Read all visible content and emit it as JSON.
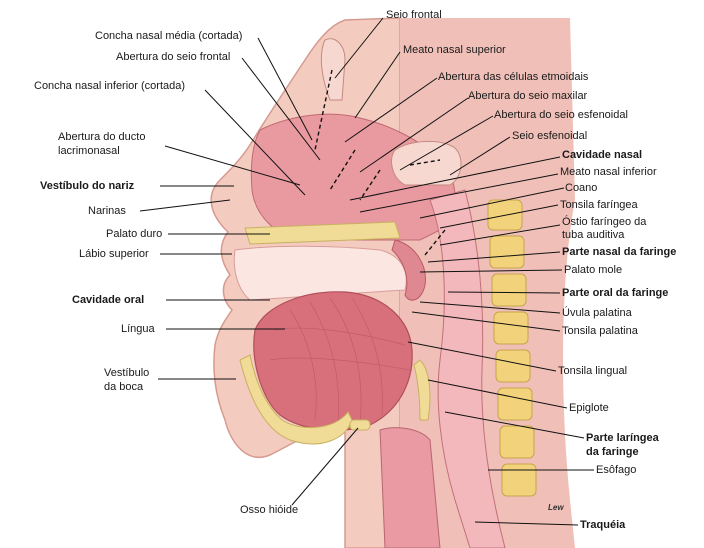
{
  "labels": {
    "seio_frontal": "Seio frontal",
    "concha_media": "Concha nasal média (cortada)",
    "meato_superior": "Meato nasal superior",
    "abertura_seio_frontal": "Abertura do seio frontal",
    "abertura_etmoidais": "Abertura das células etmoidais",
    "concha_inferior": "Concha nasal inferior (cortada)",
    "abertura_seio_maxilar": "Abertura do seio maxilar",
    "abertura_seio_esfenoidal": "Abertura do seio esfenoidal",
    "ducto_lacrimonasal_1": "Abertura do ducto",
    "ducto_lacrimonasal_2": "lacrimonasal",
    "seio_esfenoidal": "Seio esfenoidal",
    "cavidade_nasal": "Cavidade nasal",
    "vestibulo_nariz": "Vestíbulo do nariz",
    "meato_inferior": "Meato nasal inferior",
    "coano": "Coano",
    "narinas": "Narinas",
    "tonsila_faringea": "Tonsila faríngea",
    "palato_duro": "Palato duro",
    "ostio_1": "Óstio faríngeo da",
    "ostio_2": "tuba auditiva",
    "labio_superior": "Lábio superior",
    "parte_nasal": "Parte nasal da faringe",
    "palato_mole": "Palato mole",
    "cavidade_oral": "Cavidade oral",
    "parte_oral": "Parte oral da faringe",
    "uvula": "Úvula palatina",
    "lingua": "Língua",
    "tonsila_palatina": "Tonsila palatina",
    "vestibulo_boca_1": "Vestíbulo",
    "vestibulo_boca_2": "da boca",
    "tonsila_lingual": "Tonsila lingual",
    "epiglote": "Epiglote",
    "parte_laringea_1": "Parte laríngea",
    "parte_laringea_2": "da faringe",
    "esofago": "Esôfago",
    "osso_hioide": "Osso hióide",
    "traqueia": "Traquéia",
    "signature": "Lew"
  },
  "colors": {
    "skin": "#f4cbbf",
    "mucosa": "#e89aa0",
    "muscle": "#d8707c",
    "bone": "#f0dc96",
    "fat": "#f2d27a",
    "cavity": "#fbe6e2"
  }
}
